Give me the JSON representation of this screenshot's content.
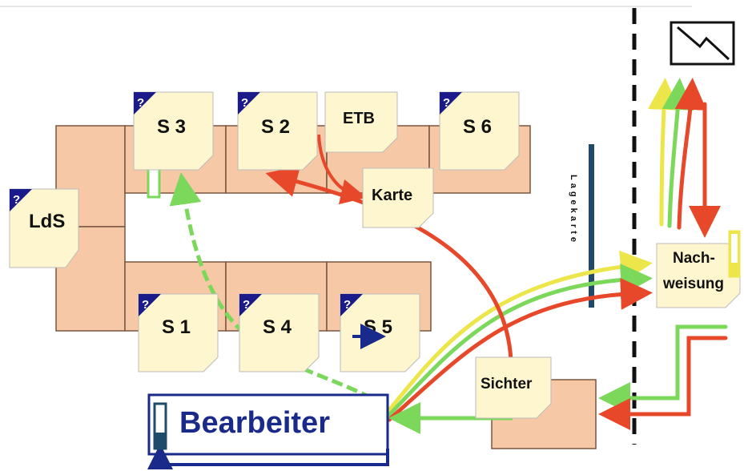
{
  "labels": {
    "lds": "LdS",
    "s3": "S 3",
    "s2": "S 2",
    "etb": "ETB",
    "s6": "S 6",
    "karte": "Karte",
    "s1": "S 1",
    "s4": "S 4",
    "s5": "S 5",
    "sichter": "Sichter",
    "bearbeiter": "Bearbeiter",
    "nachweisung_line1": "Nach-",
    "nachweisung_line2": "weisung",
    "lagekarte": "Lagekarte",
    "question_mark": "?"
  },
  "colors": {
    "desk": "#f6c8a6",
    "note": "#fdf6cf",
    "corner": "#1a1a8a",
    "red": "#e8482a",
    "green": "#7bd85a",
    "yellow": "#ece64a",
    "blue": "#1a2a8a",
    "lagekarte_bar": "#1f4a6a"
  }
}
